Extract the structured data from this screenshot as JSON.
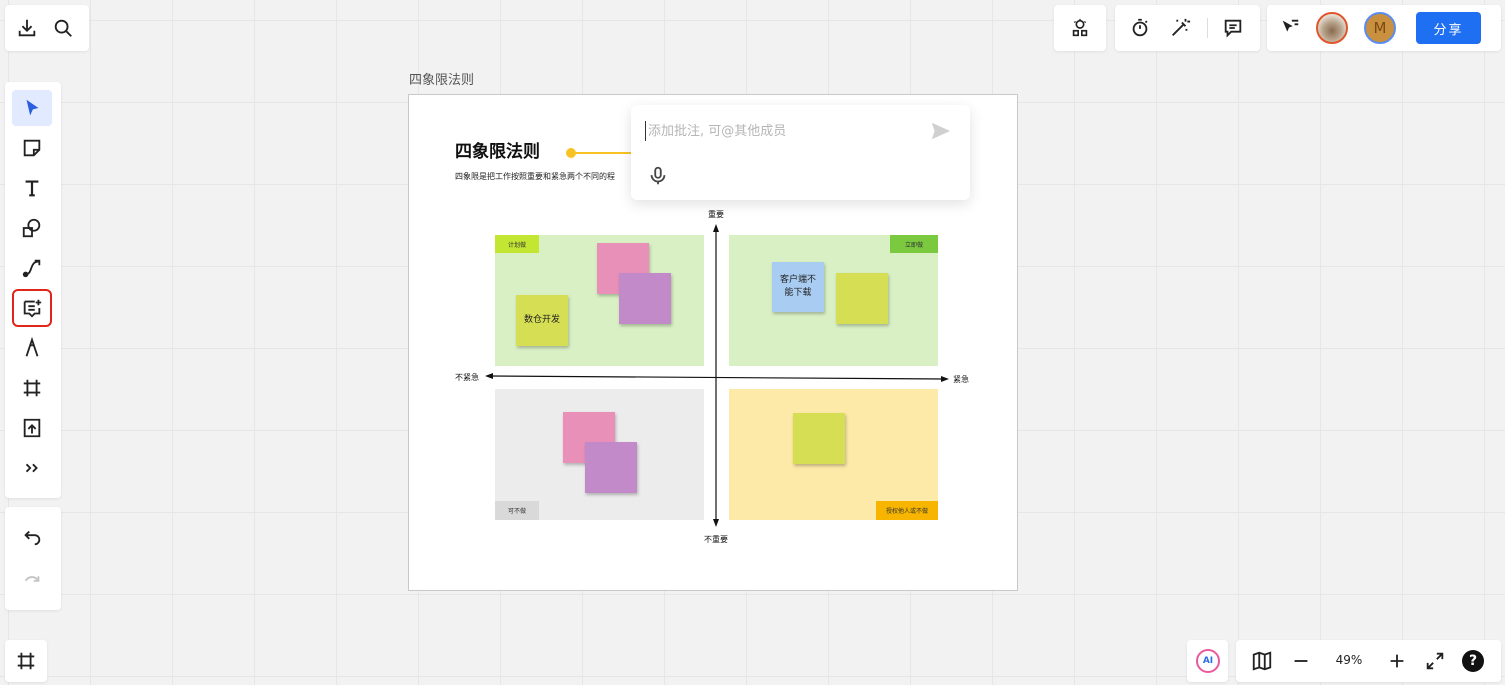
{
  "top_left": {
    "download": "download-icon",
    "search": "search-icon"
  },
  "top_right": {
    "share_label": "分享",
    "avatar_m_letter": "M"
  },
  "tools": [
    "select",
    "sticky-note",
    "text",
    "shape",
    "connector",
    "comment",
    "pen",
    "frame",
    "upload",
    "more"
  ],
  "frame": {
    "label": "四象限法则",
    "title": "四象限法则",
    "description": "四象限是把工作按照重要和紧急两个不同的程"
  },
  "axes": {
    "top": "重要",
    "bottom": "不重要",
    "left": "不紧急",
    "right": "紧急"
  },
  "quadrants": {
    "top_left_label": "计划做",
    "top_right_label": "立即做",
    "bottom_left_label": "可不做",
    "bottom_right_label": "授权他人或不做"
  },
  "stickies": {
    "data_dev": "数仓开发",
    "client_issue": "客户端不能下载"
  },
  "comment": {
    "placeholder": "添加批注, 可@其他成员"
  },
  "zoom": {
    "value": "49%"
  },
  "ai_label": "AI",
  "colors": {
    "accent": "#1f6ff2",
    "q_green": "#d9f0c5",
    "q_grey": "#ececec",
    "q_yellow": "#fde9a8",
    "pink": "#e990b8",
    "purple": "#c28ac9",
    "lime": "#d6df53",
    "blue": "#a9cdf2"
  }
}
